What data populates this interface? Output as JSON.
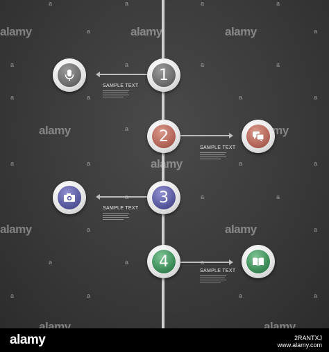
{
  "colors": {
    "background": "#3a3a3a",
    "spine": "#cfcfcf",
    "step1": "#6f6f6f",
    "step2": "#b5675a",
    "step3": "#5a5aa0",
    "step4": "#3f8f5a"
  },
  "steps": [
    {
      "number": "1",
      "label": "SAMPLE TEXT",
      "side": "left",
      "icon": "microphone-icon"
    },
    {
      "number": "2",
      "label": "SAMPLE TEXT",
      "side": "right",
      "icon": "speech-bubbles-icon"
    },
    {
      "number": "3",
      "label": "SAMPLE TEXT",
      "side": "left",
      "icon": "camera-icon"
    },
    {
      "number": "4",
      "label": "SAMPLE TEXT",
      "side": "right",
      "icon": "book-icon"
    }
  ],
  "watermark": {
    "word": "alamy",
    "mark": "a"
  },
  "stamp": {
    "logo": "alamy",
    "image_id": "2RANTXJ",
    "site": "www.alamy.com"
  }
}
